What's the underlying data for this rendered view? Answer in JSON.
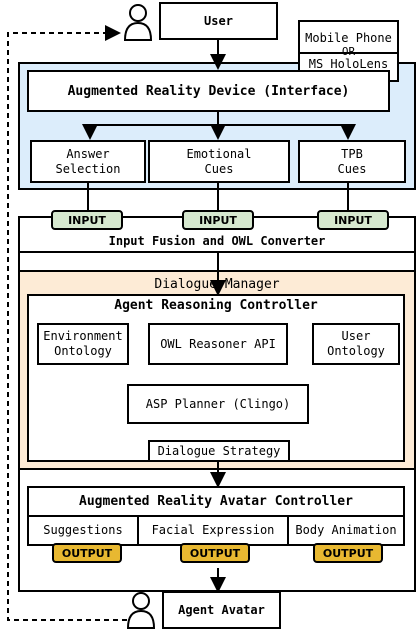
{
  "user": {
    "label": "User"
  },
  "device_option": {
    "line1": "Mobile Phone",
    "or": "OR",
    "line2": "MS HoloLens"
  },
  "ar_device": {
    "title": "Augmented Reality Device (Interface)"
  },
  "inputs": [
    {
      "label": "Answer\nSelection"
    },
    {
      "label": "Emotional\nCues"
    },
    {
      "label": "TPB\nCues"
    }
  ],
  "input_tag": "INPUT",
  "fusion": {
    "title": "Input Fusion and OWL Converter"
  },
  "dialogue_manager": {
    "title": "Dialogue Manager",
    "controller_title": "Agent Reasoning Controller",
    "environment": "Environment\nOntology",
    "reasoner": "OWL Reasoner API",
    "user_ontology": "User\nOntology",
    "planner": "ASP Planner (Clingo)",
    "strategy": "Dialogue Strategy"
  },
  "avatar_controller": {
    "title": "Augmented Reality Avatar Controller",
    "outputs": [
      {
        "label": "Suggestions"
      },
      {
        "label": "Facial Expression"
      },
      {
        "label": "Body Animation"
      }
    ]
  },
  "output_tag": "OUTPUT",
  "agent_avatar": {
    "label": "Agent Avatar"
  },
  "colors": {
    "ar_region": "#dcedfb",
    "dm_region": "#fdebd6",
    "input_tag": "#d6e8cf",
    "output_tag": "#e8b831"
  }
}
